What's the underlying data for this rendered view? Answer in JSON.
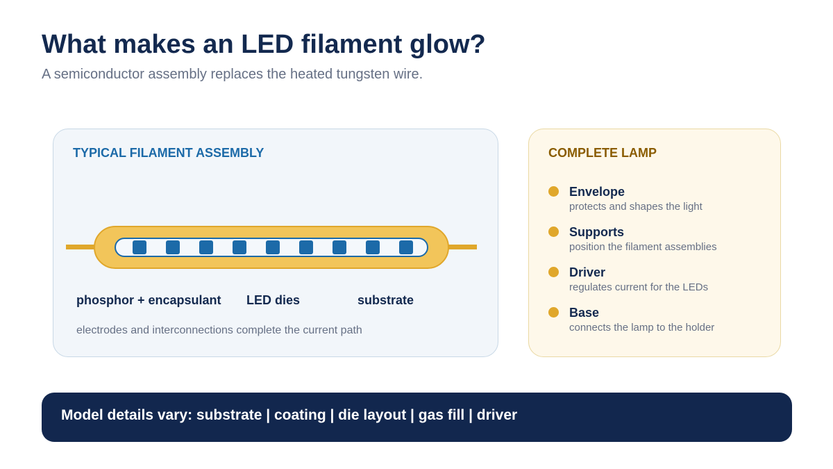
{
  "header": {
    "title": "What makes an LED filament glow?",
    "subtitle": "A semiconductor assembly replaces the heated tungsten wire."
  },
  "assembly_panel": {
    "heading": "TYPICAL FILAMENT ASSEMBLY",
    "die_count": 9,
    "labels": {
      "phosphor": "phosphor + encapsulant",
      "dies": "LED dies",
      "substrate": "substrate"
    },
    "note": "electrodes and interconnections complete the current path"
  },
  "lamp_panel": {
    "heading": "COMPLETE LAMP",
    "parts": [
      {
        "name": "Envelope",
        "description": "protects and shapes the light"
      },
      {
        "name": "Supports",
        "description": "position the filament assemblies"
      },
      {
        "name": "Driver",
        "description": "regulates current for the LEDs"
      },
      {
        "name": "Base",
        "description": "connects the lamp to the holder"
      }
    ]
  },
  "banner": {
    "text": "Model details vary: substrate | coating | die layout | gas fill | driver"
  },
  "colors": {
    "title": "#13294f",
    "accent_blue": "#1c6aa8",
    "accent_gold": "#e0a72b",
    "phosphor": "#f2c55a",
    "banner_bg": "#12274e"
  }
}
